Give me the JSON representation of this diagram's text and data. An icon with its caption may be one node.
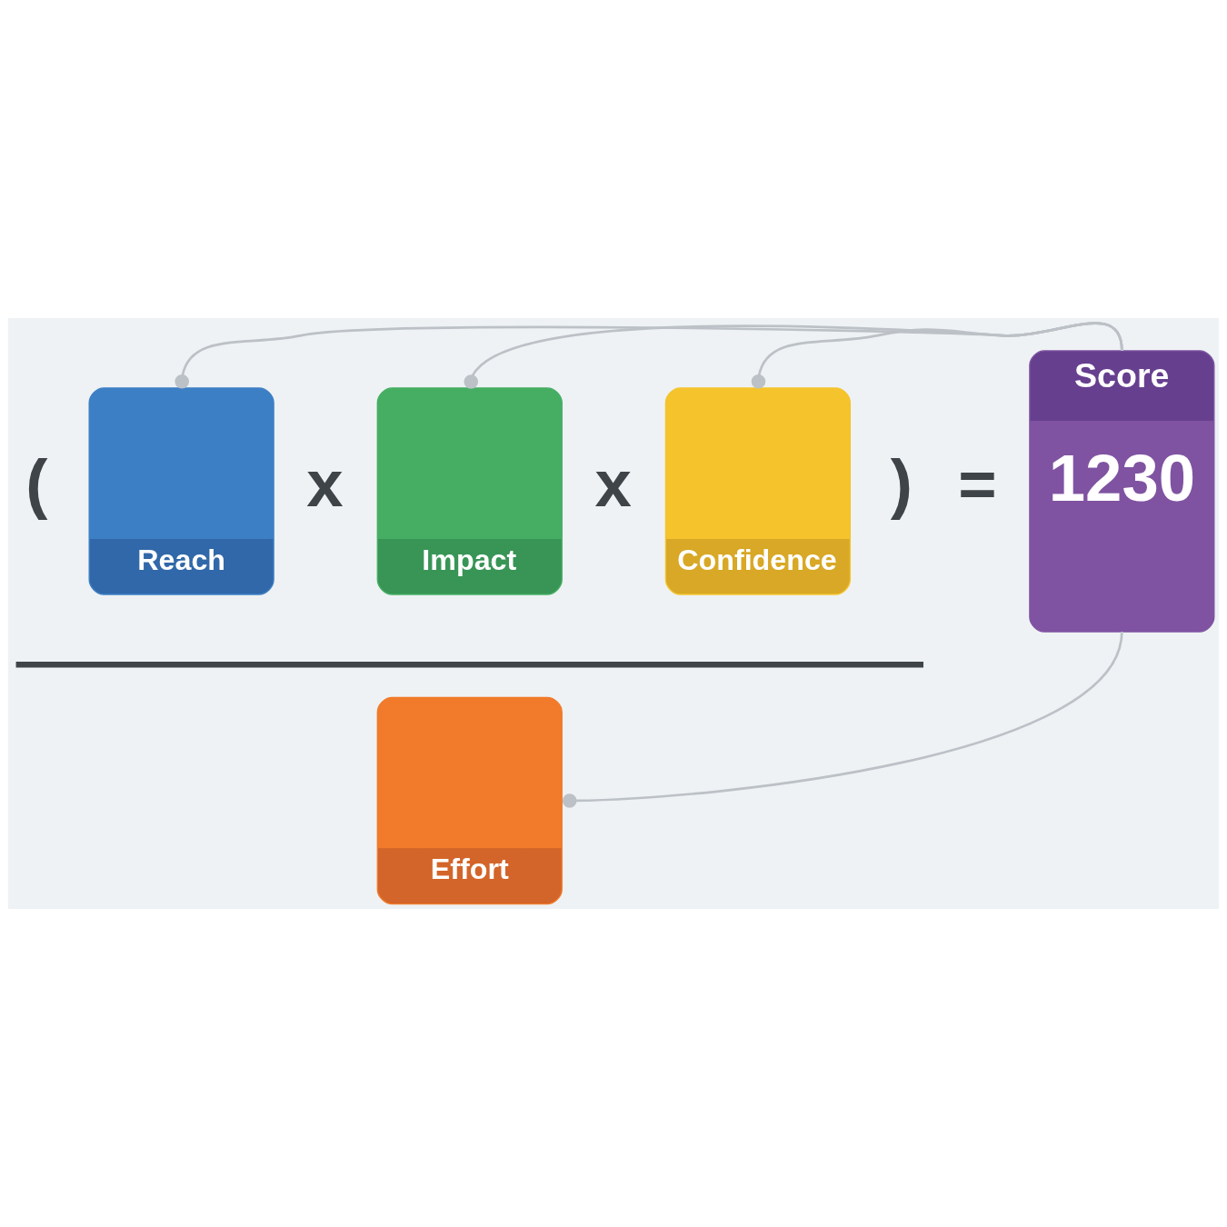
{
  "diagram": {
    "nodes": [
      {
        "text": [
          "Reach"
        ]
      },
      {
        "text": [
          "Impact"
        ]
      },
      {
        "text": [
          "Confidence"
        ]
      },
      {
        "text": [
          "Effort"
        ]
      },
      {
        "text": [
          "Score",
          "1230"
        ]
      }
    ],
    "edges": [
      {
        "from": 0,
        "to": 4,
        "arrow": "other"
      },
      {
        "from": 1,
        "to": 4,
        "arrow": "other"
      },
      {
        "from": 2,
        "to": 4,
        "arrow": "other"
      },
      {
        "from": 3,
        "to": 4,
        "arrow": "other"
      }
    ],
    "labels": [
      "(",
      "x",
      "x",
      ")",
      "="
    ]
  }
}
